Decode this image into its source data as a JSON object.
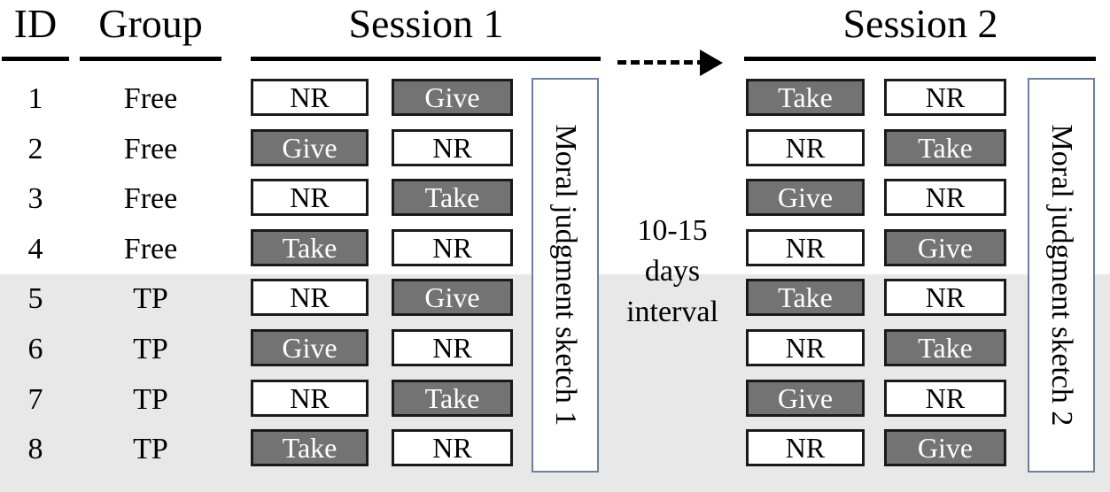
{
  "figure": {
    "headers": {
      "id": "ID",
      "group": "Group",
      "session1": "Session 1",
      "session2": "Session 2"
    },
    "interval_label": {
      "line1": "10-15",
      "line2": "days",
      "line3": "interval"
    },
    "sketch": {
      "session1": "Moral judgment sketch 1",
      "session2": "Moral judgment sketch 2"
    },
    "colors": {
      "dark_cell": "#737373",
      "light_cell": "#ffffff",
      "band": "#e8e8e8",
      "rule": "#000000",
      "sketch_border": "#6b7f9e"
    },
    "rows": [
      {
        "id": "1",
        "group": "Free",
        "s1a": "NR",
        "s1a_fill": "light",
        "s1b": "Give",
        "s1b_fill": "dark",
        "s2a": "Take",
        "s2a_fill": "dark",
        "s2b": "NR",
        "s2b_fill": "light",
        "shaded": false
      },
      {
        "id": "2",
        "group": "Free",
        "s1a": "Give",
        "s1a_fill": "dark",
        "s1b": "NR",
        "s1b_fill": "light",
        "s2a": "NR",
        "s2a_fill": "light",
        "s2b": "Take",
        "s2b_fill": "dark",
        "shaded": false
      },
      {
        "id": "3",
        "group": "Free",
        "s1a": "NR",
        "s1a_fill": "light",
        "s1b": "Take",
        "s1b_fill": "dark",
        "s2a": "Give",
        "s2a_fill": "dark",
        "s2b": "NR",
        "s2b_fill": "light",
        "shaded": false
      },
      {
        "id": "4",
        "group": "Free",
        "s1a": "Take",
        "s1a_fill": "dark",
        "s1b": "NR",
        "s1b_fill": "light",
        "s2a": "NR",
        "s2a_fill": "light",
        "s2b": "Give",
        "s2b_fill": "dark",
        "shaded": false
      },
      {
        "id": "5",
        "group": "TP",
        "s1a": "NR",
        "s1a_fill": "light",
        "s1b": "Give",
        "s1b_fill": "dark",
        "s2a": "Take",
        "s2a_fill": "dark",
        "s2b": "NR",
        "s2b_fill": "light",
        "shaded": true
      },
      {
        "id": "6",
        "group": "TP",
        "s1a": "Give",
        "s1a_fill": "dark",
        "s1b": "NR",
        "s1b_fill": "light",
        "s2a": "NR",
        "s2a_fill": "light",
        "s2b": "Take",
        "s2b_fill": "dark",
        "shaded": true
      },
      {
        "id": "7",
        "group": "TP",
        "s1a": "NR",
        "s1a_fill": "light",
        "s1b": "Take",
        "s1b_fill": "dark",
        "s2a": "Give",
        "s2a_fill": "dark",
        "s2b": "NR",
        "s2b_fill": "light",
        "shaded": true
      },
      {
        "id": "8",
        "group": "TP",
        "s1a": "Take",
        "s1a_fill": "dark",
        "s1b": "NR",
        "s1b_fill": "light",
        "s2a": "NR",
        "s2a_fill": "light",
        "s2b": "Give",
        "s2b_fill": "dark",
        "shaded": true
      }
    ]
  }
}
